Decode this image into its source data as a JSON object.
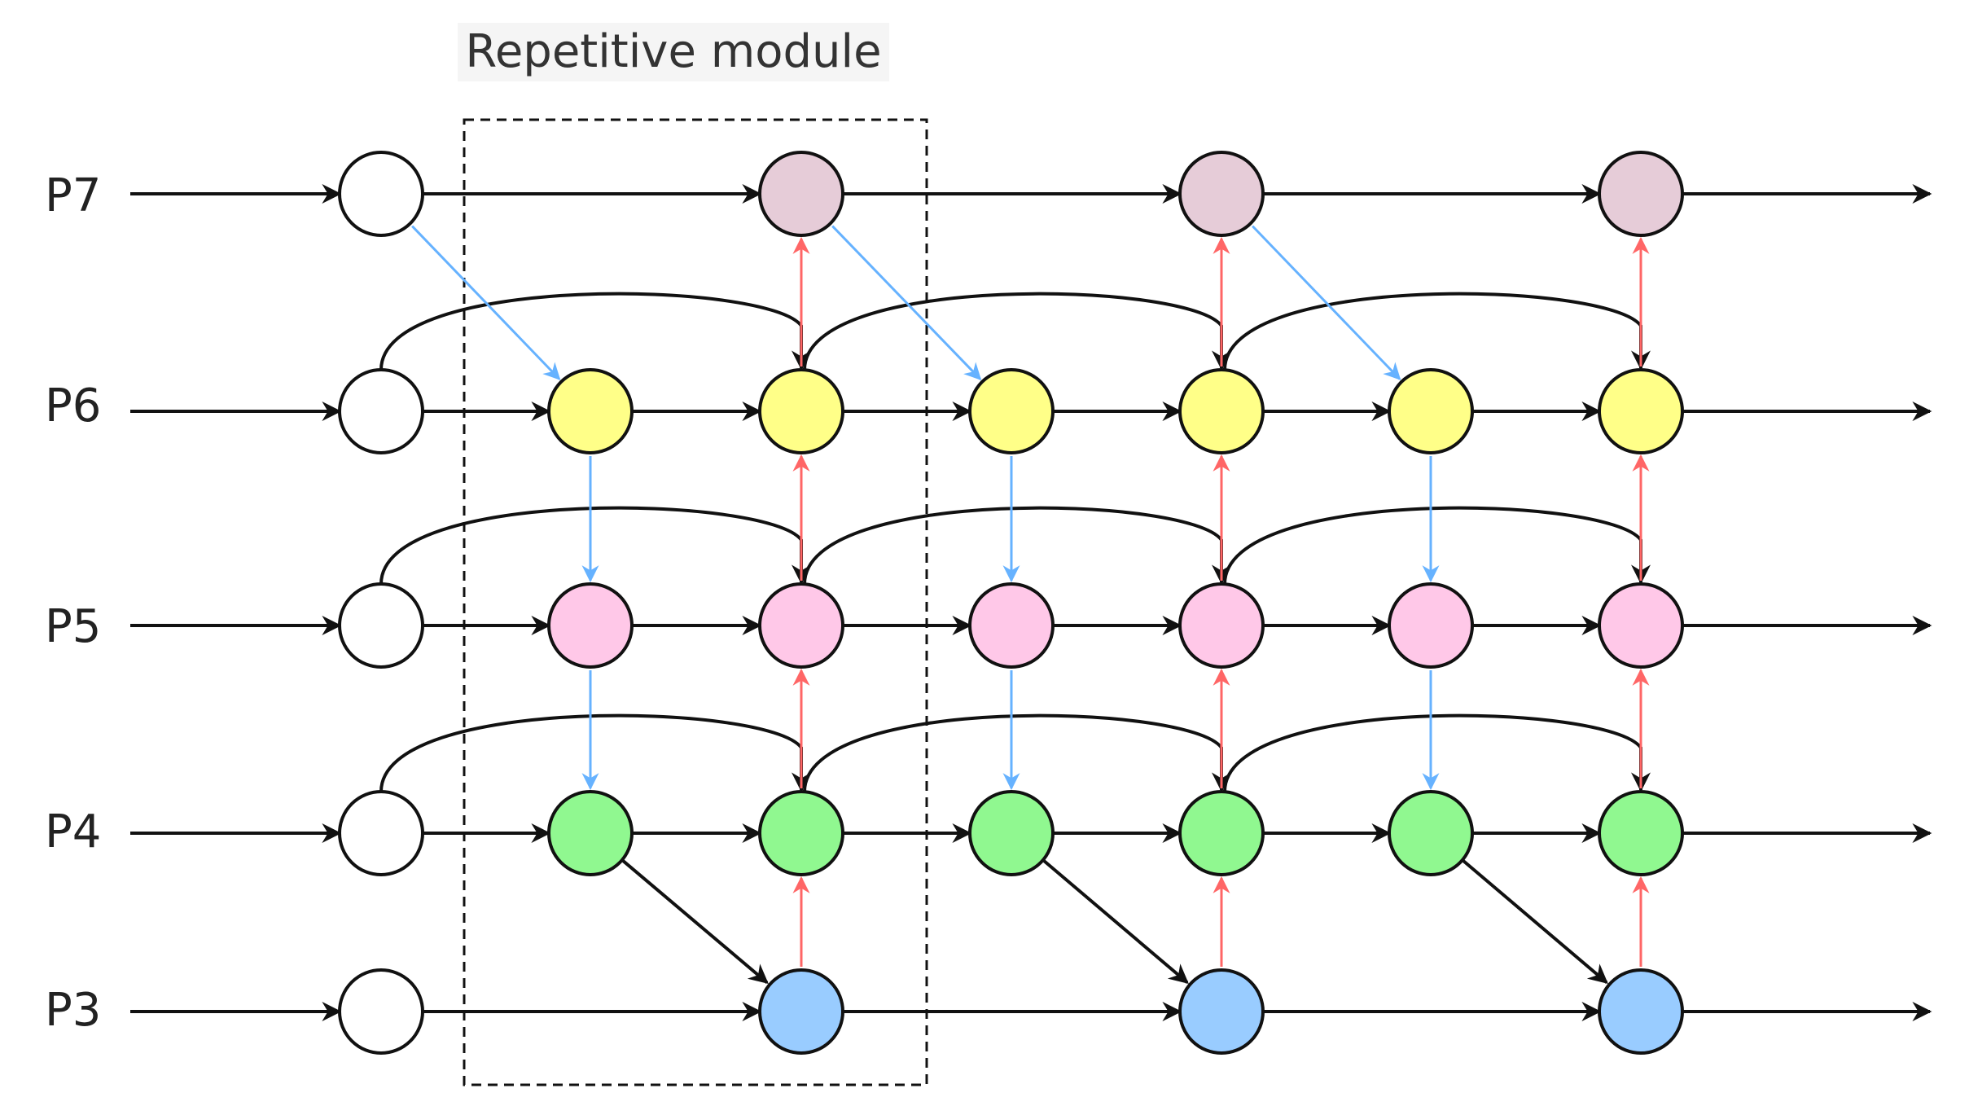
{
  "module_label": "Repetitive module",
  "levels": [
    "P7",
    "P6",
    "P5",
    "P4",
    "P3"
  ],
  "colors": {
    "input_node": "#ffffff",
    "P7": "#e6ccd8",
    "P6": "#ffff88",
    "P5": "#ffc8e8",
    "P4": "#90f890",
    "P3": "#99ccff",
    "edge_default": "#111111",
    "edge_down": "#66b2ff",
    "edge_up": "#ff6666"
  }
}
